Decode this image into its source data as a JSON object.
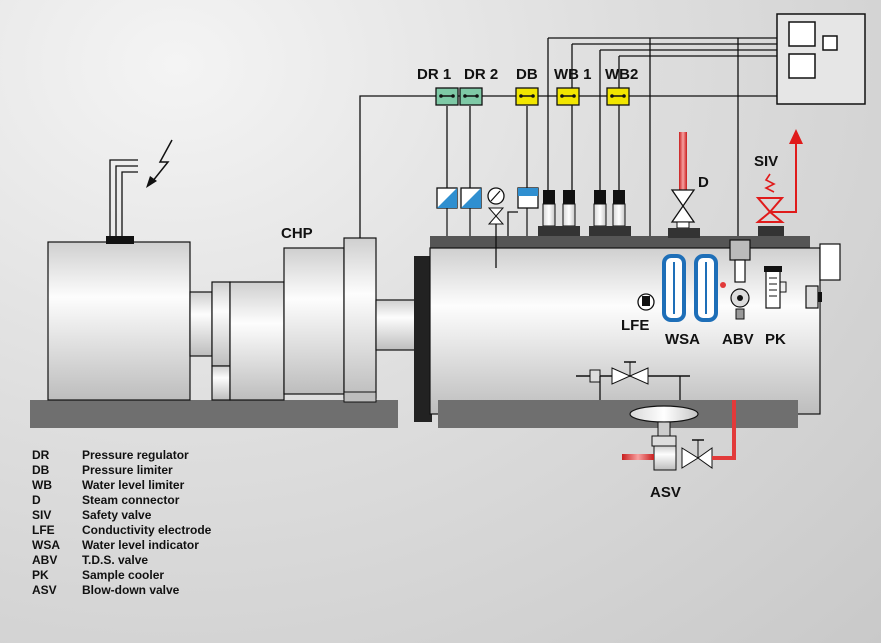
{
  "labels": {
    "dr1": "DR 1",
    "dr2": "DR 2",
    "db": "DB",
    "wb1": "WB 1",
    "wb2": "WB2",
    "chp": "CHP",
    "d": "D",
    "siv": "SIV",
    "lfe": "LFE",
    "wsa": "WSA",
    "abv": "ABV",
    "pk": "PK",
    "asv": "ASV"
  },
  "legend": [
    {
      "abbr": "DR",
      "text": "Pressure regulator"
    },
    {
      "abbr": "DB",
      "text": "Pressure limiter"
    },
    {
      "abbr": "WB",
      "text": "Water level limiter"
    },
    {
      "abbr": "D",
      "text": "Steam connector"
    },
    {
      "abbr": "SIV",
      "text": "Safety valve"
    },
    {
      "abbr": "LFE",
      "text": "Conductivity electrode"
    },
    {
      "abbr": "WSA",
      "text": "Water level indicator"
    },
    {
      "abbr": "ABV",
      "text": "T.D.S. valve"
    },
    {
      "abbr": "PK",
      "text": "Sample cooler"
    },
    {
      "abbr": "ASV",
      "text": "Blow-down valve"
    }
  ],
  "colors": {
    "green_device": "#7ec9a6",
    "yellow_device": "#f2e600",
    "blue_device": "#2f8fd0",
    "steam_pipe": "#e23a3a",
    "safety_red": "#e01b1b",
    "sight_glass": "#1e6fb8"
  }
}
